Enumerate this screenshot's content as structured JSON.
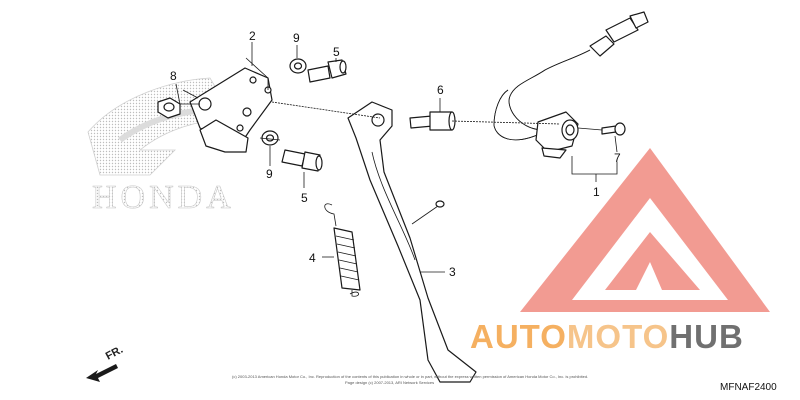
{
  "callouts": {
    "c1": "1",
    "c2": "2",
    "c3": "3",
    "c4": "4",
    "c5a": "5",
    "c5b": "5",
    "c6": "6",
    "c7": "7",
    "c8": "8",
    "c9a": "9",
    "c9b": "9"
  },
  "front_marker": "FR.",
  "diagram_code": "MFNAF2400",
  "watermark": {
    "brand_prefix": "AUTO",
    "brand_middle": "MOTO",
    "brand_suffix": "HUB",
    "ghost_logo_text": "HONDA",
    "colors": {
      "logo_red": "#f08a80",
      "brand_orange": "#f5b061",
      "brand_gray": "#707070"
    }
  },
  "copyright_line1": "(c) 2003-2013 American Honda Motor Co., Inc. Reproduction of the contents of this publication in whole or in part, without the express written permission of American Honda Motor Co., Inc. is prohibited.",
  "copyright_line2": "Page design (c) 2007-2013, ARI Network Services"
}
